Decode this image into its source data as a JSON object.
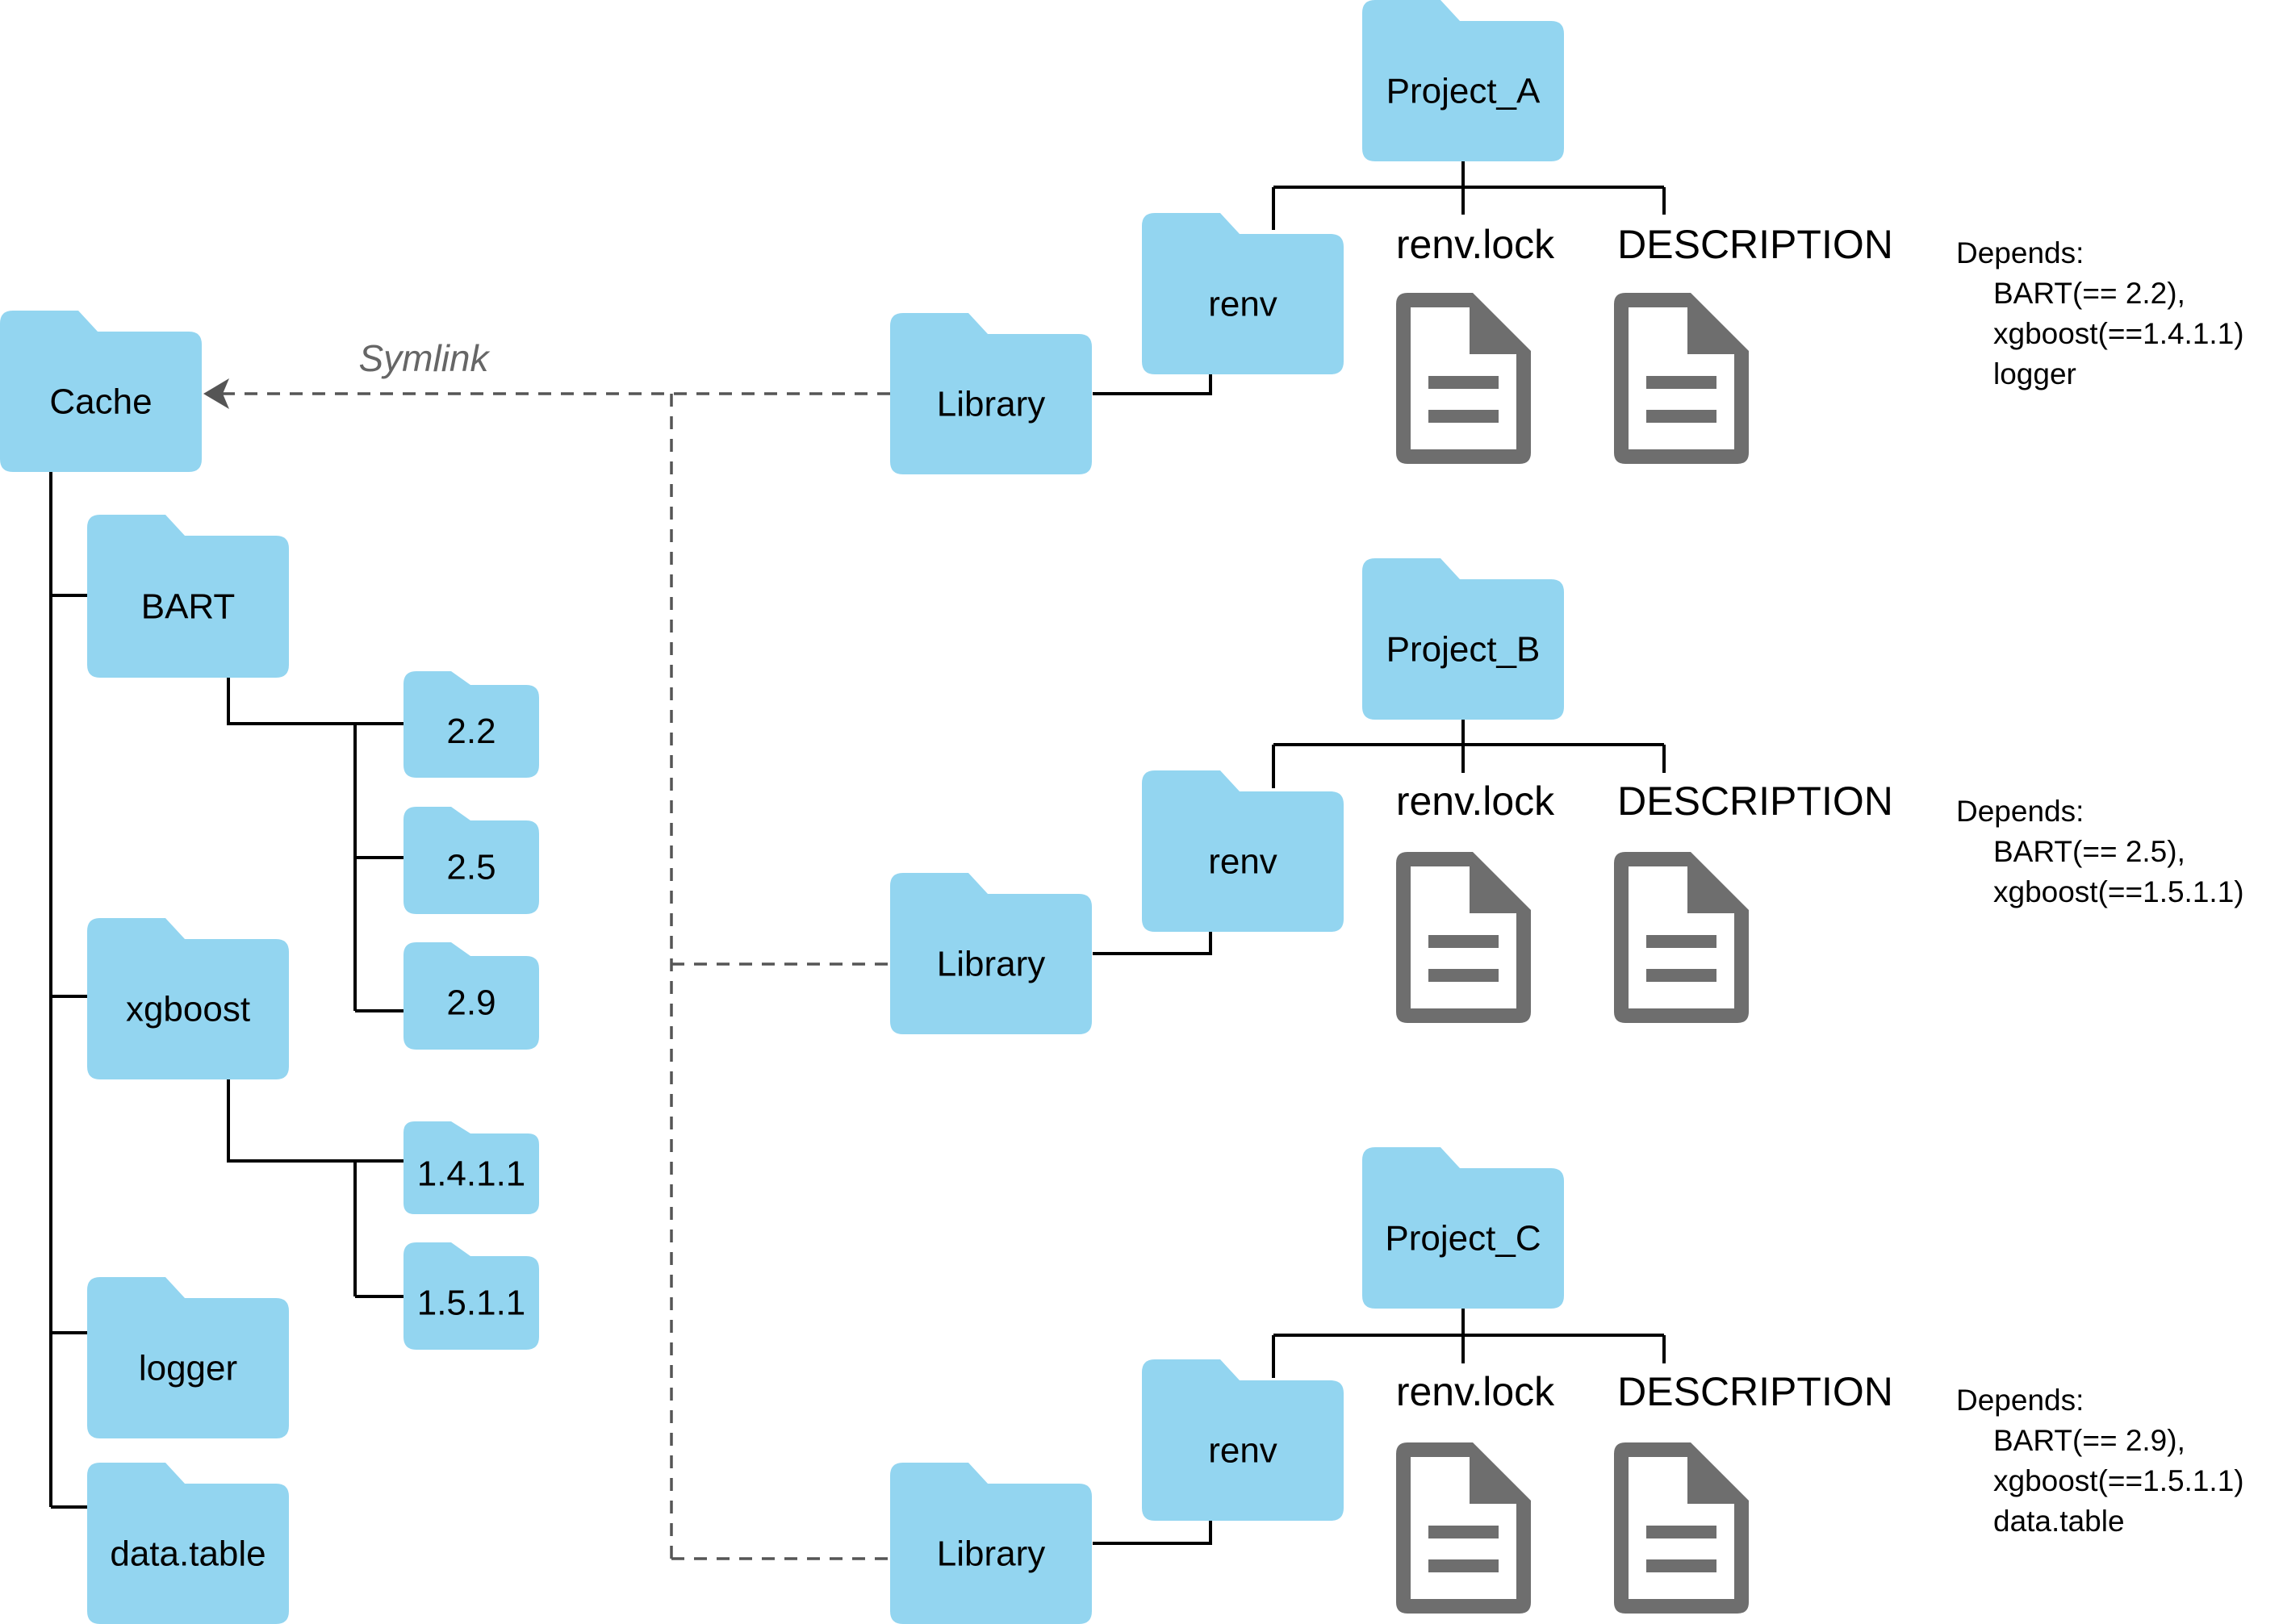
{
  "colors": {
    "folder": "#93D5F0",
    "file_icon": "#6E6E6E",
    "line": "#000000",
    "symlink": "#555555"
  },
  "icons": {
    "folder": "folder-icon",
    "file": "document-icon",
    "arrow": "arrowhead-left-icon"
  },
  "symlink_label": "Symlink",
  "cache": {
    "label": "Cache",
    "packages": [
      {
        "label": "BART",
        "versions": [
          "2.2",
          "2.5",
          "2.9"
        ]
      },
      {
        "label": "xgboost",
        "versions": [
          "1.4.1.1",
          "1.5.1.1"
        ]
      },
      {
        "label": "logger",
        "versions": []
      },
      {
        "label": "data.table",
        "versions": []
      }
    ]
  },
  "projects": [
    {
      "label": "Project_A",
      "renv": "renv",
      "library": "Library",
      "lockfile": "renv.lock",
      "description": "DESCRIPTION",
      "depends_title": "Depends:",
      "depends": [
        "BART(== 2.2),",
        "xgboost(==1.4.1.1)",
        "logger"
      ]
    },
    {
      "label": "Project_B",
      "renv": "renv",
      "library": "Library",
      "lockfile": "renv.lock",
      "description": "DESCRIPTION",
      "depends_title": "Depends:",
      "depends": [
        "BART(== 2.5),",
        "xgboost(==1.5.1.1)"
      ]
    },
    {
      "label": "Project_C",
      "renv": "renv",
      "library": "Library",
      "lockfile": "renv.lock",
      "description": "DESCRIPTION",
      "depends_title": "Depends:",
      "depends": [
        "BART(== 2.9),",
        "xgboost(==1.5.1.1)",
        "data.table"
      ]
    }
  ]
}
